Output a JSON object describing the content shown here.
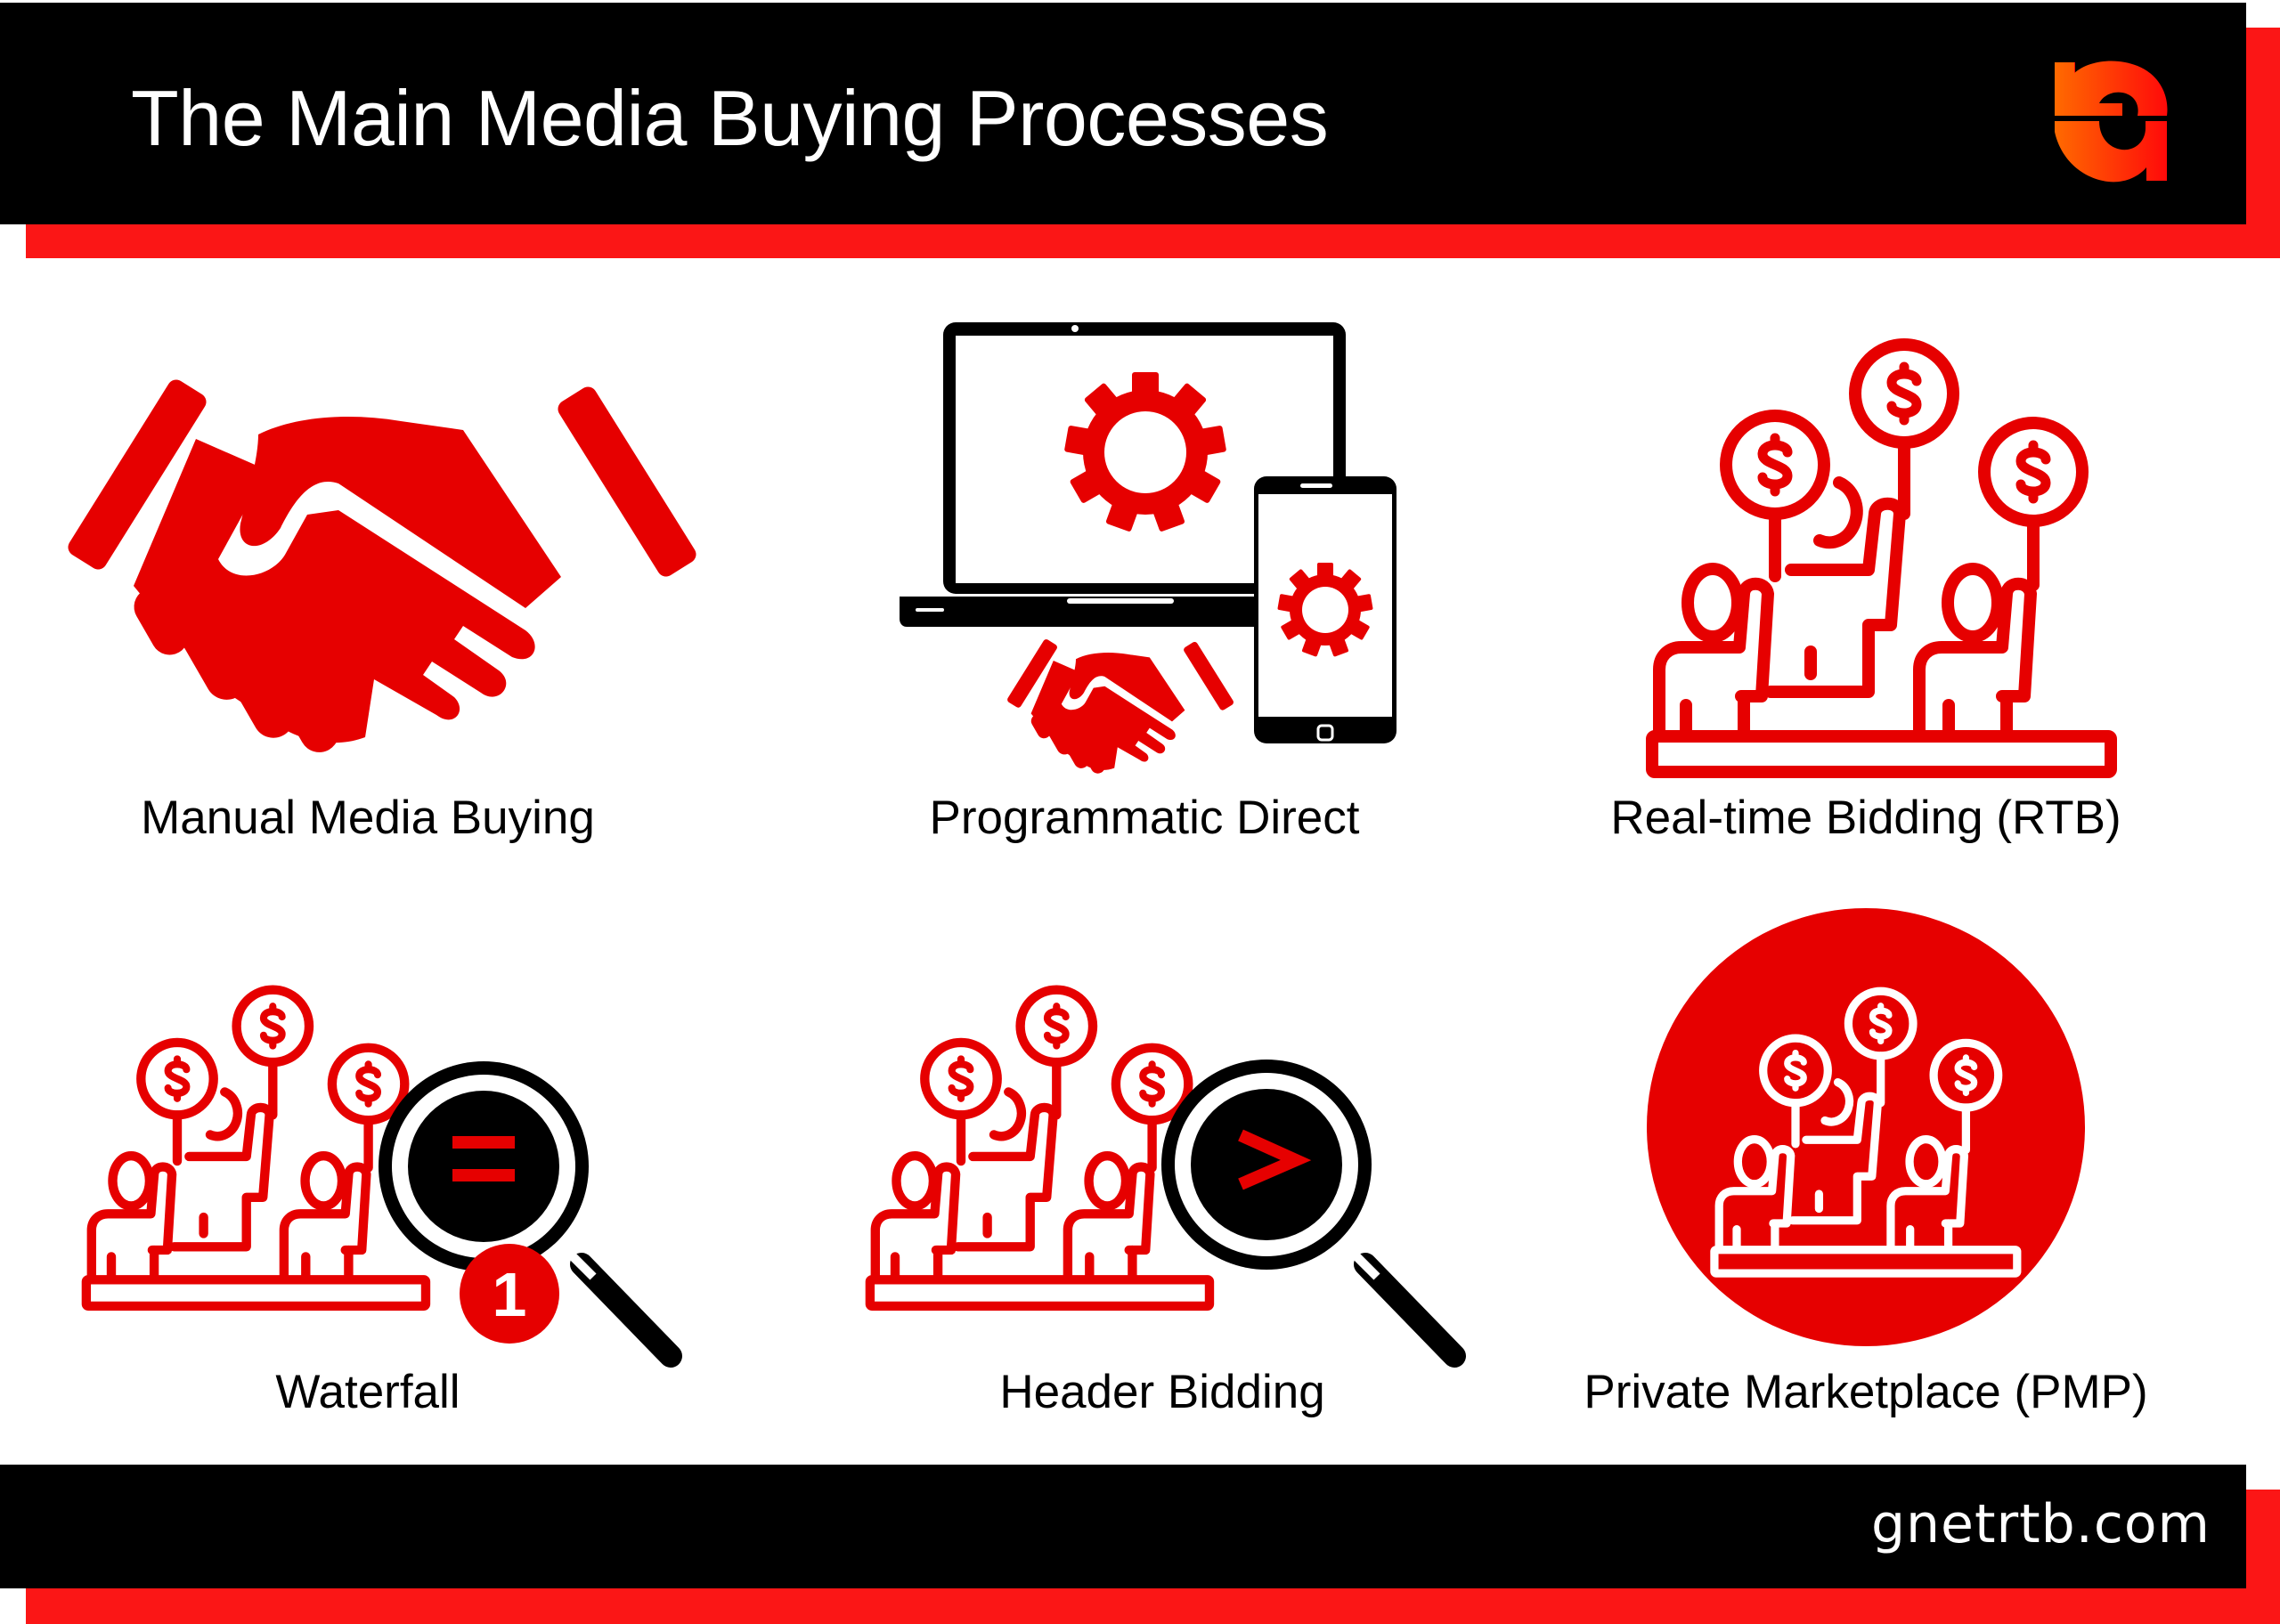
{
  "header": {
    "title": "The Main Media Buying Processes",
    "logo": "gnetrtb-logo-icon"
  },
  "colors": {
    "black": "#000000",
    "accent_red": "#fb1616",
    "icon_red": "#e60000",
    "logo_orange": "#ff5a00",
    "white": "#ffffff"
  },
  "processes": [
    {
      "label": "Manual Media Buying",
      "icon": "handshake-icon"
    },
    {
      "label": "Programmatic Direct",
      "icon": "laptop-phone-gears-handshake-icon"
    },
    {
      "label": "Real-time Bidding (RTB)",
      "icon": "bidders-icon"
    },
    {
      "label": "Waterfall",
      "icon": "bidders-magnifier-equals-icon",
      "badge": "1"
    },
    {
      "label": "Header Bidding",
      "icon": "bidders-magnifier-greater-than-icon",
      "symbol": ">"
    },
    {
      "label": "Private Marketplace (PMP)",
      "icon": "bidders-in-circle-icon"
    }
  ],
  "footer": {
    "website": "gnetrtb.com"
  }
}
